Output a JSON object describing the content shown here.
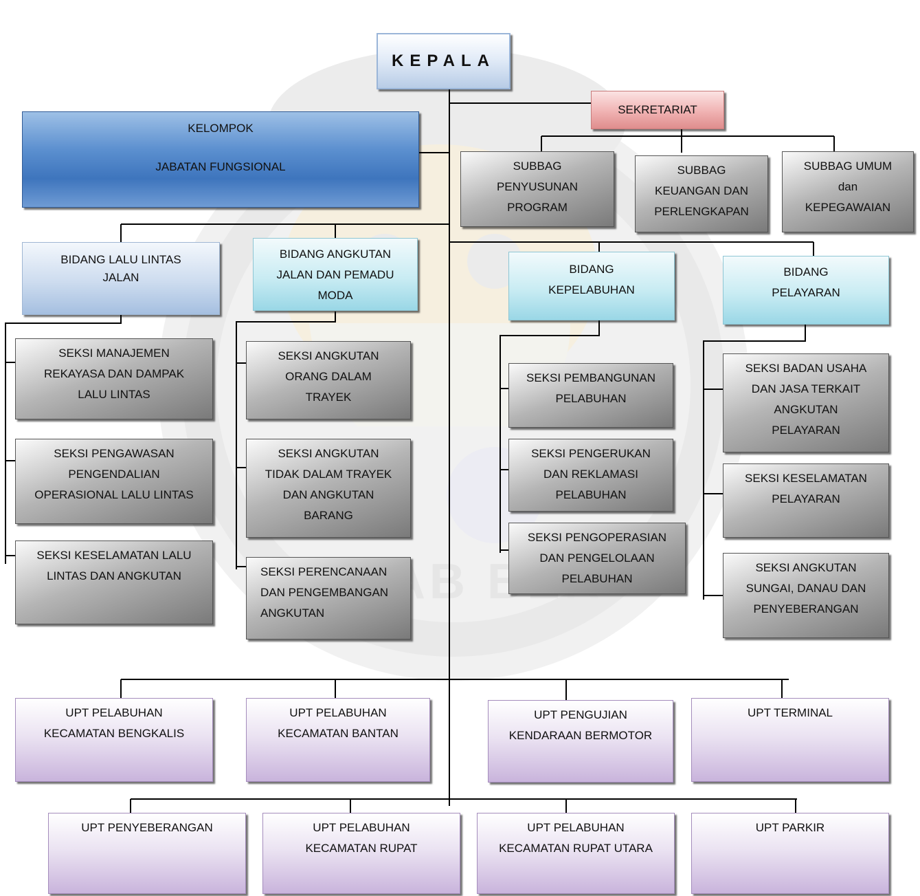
{
  "kepala": "KEPALA",
  "sekretariat": "SEKRETARIAT",
  "fungsional": [
    "KELOMPOK",
    "JABATAN FUNGSIONAL"
  ],
  "subbag": [
    [
      "SUBBAG",
      "PENYUSUNAN",
      "PROGRAM"
    ],
    [
      "SUBBAG",
      "KEUANGAN  DAN",
      "PERLENGKAPAN"
    ],
    [
      "SUBBAG UMUM",
      "dan",
      "KEPEGAWAIAN"
    ]
  ],
  "bidang": [
    [
      "BIDANG LALU LINTAS",
      "JALAN"
    ],
    [
      "BIDANG ANGKUTAN",
      "JALAN DAN PEMADU",
      "MODA"
    ],
    [
      "BIDANG",
      "KEPELABUHAN"
    ],
    [
      "BIDANG",
      "PELAYARAN"
    ]
  ],
  "seksi_lalu_lintas": [
    [
      "SEKSI  MANAJEMEN",
      "REKAYASA DAN DAMPAK",
      "LALU LINTAS"
    ],
    [
      "SEKSI  PENGAWASAN",
      "PENGENDALIAN",
      "OPERASIONAL LALU LINTAS"
    ],
    [
      "SEKSI KESELAMATAN LALU",
      "LINTAS DAN ANGKUTAN"
    ]
  ],
  "seksi_angkutan": [
    [
      "SEKSI  ANGKUTAN",
      "ORANG DALAM",
      "TRAYEK"
    ],
    [
      "SEKSI ANGKUTAN",
      "TIDAK DALAM TRAYEK",
      "DAN ANGKUTAN",
      "BARANG"
    ],
    [
      "SEKSI PERENCANAAN",
      "DAN PENGEMBANGAN",
      "ANGKUTAN"
    ]
  ],
  "seksi_kepelabuhan": [
    [
      "SEKSI PEMBANGUNAN",
      "PELABUHAN"
    ],
    [
      "SEKSI  PENGERUKAN",
      "DAN REKLAMASI",
      "PELABUHAN"
    ],
    [
      "SEKSI PENGOPERASIAN",
      "DAN PENGELOLAAN",
      "PELABUHAN"
    ]
  ],
  "seksi_pelayaran": [
    [
      "SEKSI BADAN USAHA",
      "DAN JASA TERKAIT",
      "ANGKUTAN",
      "PELAYARAN"
    ],
    [
      "SEKSI KESELAMATAN",
      "PELAYARAN"
    ],
    [
      "SEKSI ANGKUTAN",
      "SUNGAI, DANAU DAN",
      "PENYEBERANGAN"
    ]
  ],
  "upt_row1": [
    [
      "UPT PELABUHAN",
      "KECAMATAN BENGKALIS"
    ],
    [
      "UPT PELABUHAN",
      "KECAMATAN BANTAN"
    ],
    [
      "UPT PENGUJIAN",
      "KENDARAAN BERMOTOR"
    ],
    [
      "UPT TERMINAL"
    ]
  ],
  "upt_row2": [
    [
      "UPT PENYEBERANGAN"
    ],
    [
      "UPT PELABUHAN",
      "KECAMATAN RUPAT"
    ],
    [
      "UPT PELABUHAN",
      "KECAMATAN RUPAT UTARA"
    ],
    [
      "UPT PARKIR"
    ]
  ],
  "watermark_text": "SEHAB BER",
  "colors": {
    "gray_box": "#8a8a8a",
    "light_blue": "#cddcef",
    "cyan": "#c9ecf3",
    "purple": "#c9b4dc",
    "pink": "#f0b2b2",
    "blue_fungsional": "#4f85c8",
    "line": "#000000"
  }
}
